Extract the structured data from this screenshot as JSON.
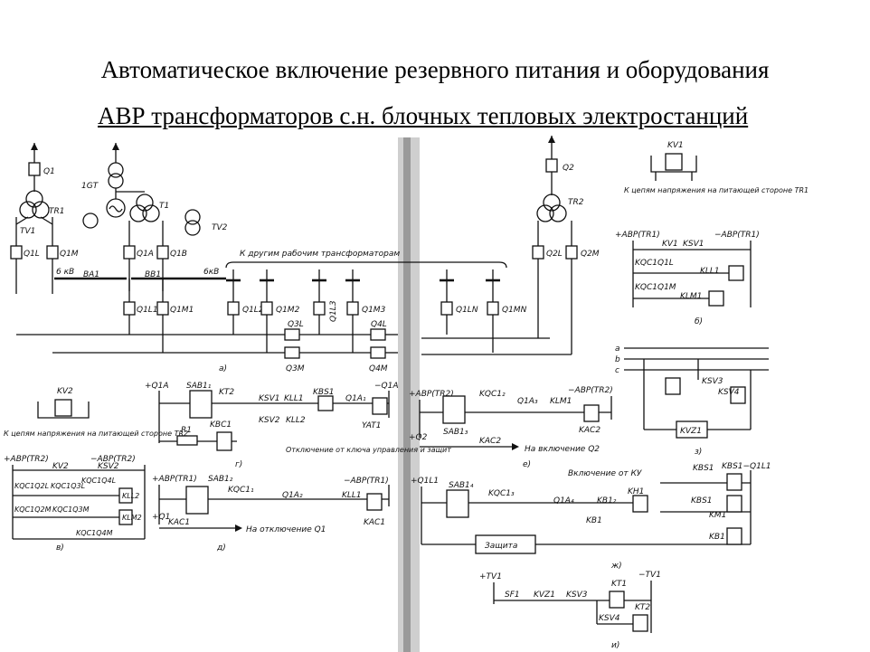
{
  "slide": {
    "title": "Автоматическое включение резервного питания и оборудования",
    "subtitle": "АВР трансформаторов с.н. блочных тепловых электростанций"
  },
  "diagram": {
    "main_scheme": {
      "Q1": "Q1",
      "TR1": "TR1",
      "GT1": "1GT",
      "T1": "T1",
      "TV1": "TV1",
      "TV2": "TV2",
      "Q1L": "Q1L",
      "Q1M": "Q1M",
      "Q1A": "Q1A",
      "Q1B": "Q1B",
      "kv6_left": "6 кВ",
      "BA1": "BA1",
      "BB1": "BB1",
      "kv6_right": "6кВ",
      "Q1L1": "Q1L1",
      "Q1M1": "Q1M1",
      "Q1L2": "Q1L2",
      "Q1M2": "Q1M2",
      "Q1L3": "Q1L3",
      "Q1M3": "Q1M3",
      "Q1LN": "Q1LN",
      "Q1MN": "Q1MN",
      "Q3L": "Q3L",
      "Q3M": "Q3M",
      "Q4L": "Q4L",
      "Q4M": "Q4M",
      "other_transformers": "К другим рабочим трансформаторам",
      "Q2": "Q2",
      "TR2": "TR2",
      "Q2L": "Q2L",
      "Q2M": "Q2M",
      "label_a": "а)"
    },
    "panel_b": {
      "KV1": "KV1",
      "voltage_note": "К цепям напряжения на питающей стороне TR1",
      "plus": "+АВР(TR1)",
      "minus": "−АВР(TR1)",
      "KV1c": "KV1",
      "KSV1": "KSV1",
      "KQC1Q1L": "KQC1Q1L",
      "KLL1": "KLL1",
      "KQC1Q1M": "KQC1Q1M",
      "KLM1": "KLM1",
      "label": "б)"
    },
    "panel_v": {
      "KV2": "KV2",
      "voltage_note": "К цепям напряжения на питающей стороне TR2",
      "plus": "+АВР(TR2)",
      "minus": "−АВР(TR2)",
      "KV2c": "KV2",
      "KSV2": "KSV2",
      "r1": [
        "KQC1Q2L",
        "KQC1Q3L",
        "KQC1Q4L"
      ],
      "r2": [
        "KQC1Q2M",
        "KQC1Q3M"
      ],
      "r3": "KQC1Q4M",
      "KLL2": "KLL2",
      "KLM2": "KLM2",
      "label": "в)"
    },
    "panel_g": {
      "plus": "+Q1A",
      "minus": "−Q1A",
      "SAB1_1": "SAB1₁",
      "KT2": "KT2",
      "KSV1": "KSV1",
      "KLL1": "KLL1",
      "KSV2": "KSV2",
      "KLL2": "KLL2",
      "KBS1": "KBS1",
      "Q1A1": "Q1A₁",
      "YAT1": "YAT1",
      "R1": "R1",
      "KBC1": "KBC1",
      "note": "Отключение от ключа управления и защит",
      "label": "г)"
    },
    "panel_d": {
      "plus": "+АВР(TR1)",
      "minus": "−АВР(TR1)",
      "SAB1_2": "SAB1₂",
      "KQC1_1": "KQC1₁",
      "Q1A2": "Q1A₂",
      "KLL1": "KLL1",
      "KAC1": "KAC1",
      "KAC1b": "KAC1",
      "plusQ1": "+Q1",
      "note": "На отключение Q1",
      "label": "д)"
    },
    "panel_e": {
      "plus": "+АВР(TR2)",
      "minus": "−АВР(TR2)",
      "KQC1_2": "KQC1₂",
      "Q1A3": "Q1A₃",
      "KLM1": "KLM1",
      "KAC2": "KAC2",
      "SAB1_3": "SAB1₃",
      "KAC2b": "KAC2",
      "plusQ2": "+Q2",
      "note": "На включение Q2",
      "label": "е)"
    },
    "panel_zh": {
      "plus": "+Q1L1",
      "SAB1_4": "SAB1₄",
      "KQC1_3": "KQC1₃",
      "Q1A4": "Q1A₄",
      "KB1_2": "KB1₂",
      "KH1": "KH1",
      "KB1": "KB1",
      "KU": "Включение от КУ",
      "KBS1": "KBS1",
      "minus": "KBS1−Q1L1",
      "KBS1b": "KBS1",
      "KM1": "KM1",
      "protection": "Защита",
      "KB1b": "KB1",
      "label": "ж)"
    },
    "panel_z": {
      "a": "a",
      "b": "b",
      "c": "c",
      "KSV3": "KSV3",
      "KSV4": "KSV4",
      "KVZ1": "KVZ1",
      "label": "з)"
    },
    "panel_i": {
      "plus": "+TV1",
      "minus": "−TV1",
      "SF1": "SF1",
      "KVZ1": "KVZ1",
      "KSV3": "KSV3",
      "KT1": "KT1",
      "KT2": "KT2",
      "KSV4": "KSV4",
      "label": "и)"
    }
  }
}
